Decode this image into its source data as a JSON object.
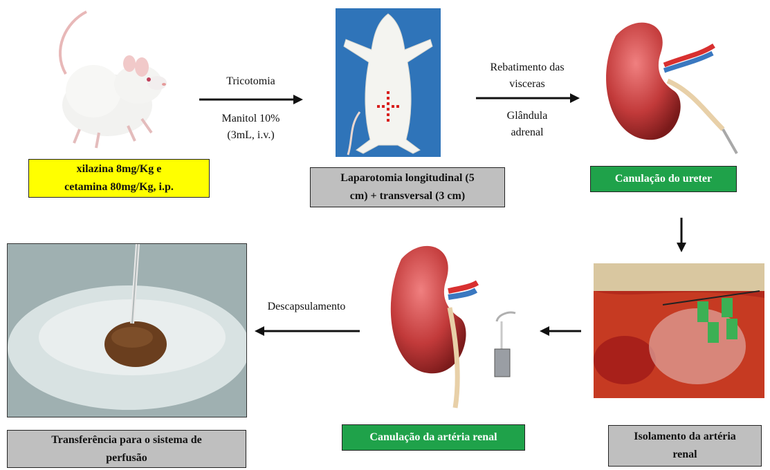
{
  "steps": {
    "anesthesia": {
      "line1": "xilazina 8mg/Kg e",
      "line2": "cetamina 80mg/Kg, i.p."
    },
    "laparotomy": {
      "line1": "Laparotomia longitudinal (5",
      "line2": "cm) + transversal (3 cm)"
    },
    "ureter": {
      "line1": "Canulação do ureter"
    },
    "isolation": {
      "line1": "Isolamento da artéria",
      "line2": "renal"
    },
    "artery_cannulation": {
      "line1": "Canulação da artéria renal"
    },
    "transfer": {
      "line1": "Transferência para o sistema de",
      "line2": "perfusão"
    }
  },
  "arrow_labels": {
    "a1_top": "Tricotomia",
    "a1_bottom_1": "Manitol 10%",
    "a1_bottom_2": "(3mL, i.v.)",
    "a2_top_1": "Rebatimento das",
    "a2_top_2": "visceras",
    "a2_bottom_1": "Glândula",
    "a2_bottom_2": "adrenal",
    "a5": "Descapsulamento"
  },
  "colors": {
    "yellow": "#ffff00",
    "gray": "#bfbfbf",
    "green": "#1fa24a"
  }
}
